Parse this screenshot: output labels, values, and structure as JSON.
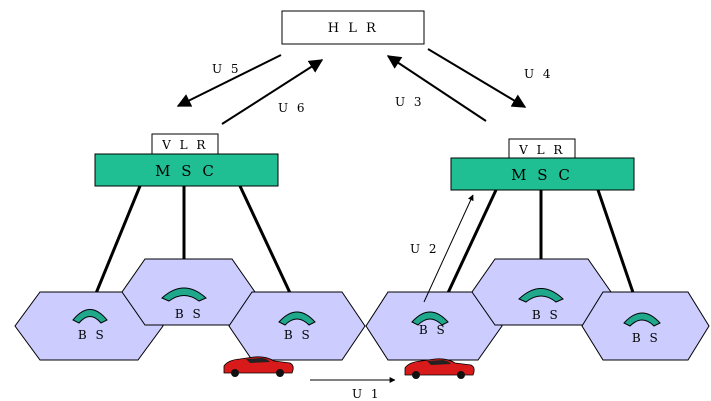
{
  "hlr": {
    "label": "H L R"
  },
  "mscs": [
    {
      "vlr_label": "V L R",
      "msc_label": "M S C"
    },
    {
      "vlr_label": "V L R",
      "msc_label": "M S C"
    }
  ],
  "base_stations": [
    {
      "label": "B S"
    },
    {
      "label": "B S"
    },
    {
      "label": "B S"
    },
    {
      "label": "B S"
    },
    {
      "label": "B S"
    },
    {
      "label": "B S"
    }
  ],
  "messages": {
    "u1": "U 1",
    "u2": "U 2",
    "u3": "U 3",
    "u4": "U 4",
    "u5": "U 5",
    "u6": "U 6"
  },
  "colors": {
    "msc_fill": "#1fbf93",
    "bs_fill": "#ccccff",
    "phone": "#1fa88c",
    "car": "#d81a1a"
  }
}
